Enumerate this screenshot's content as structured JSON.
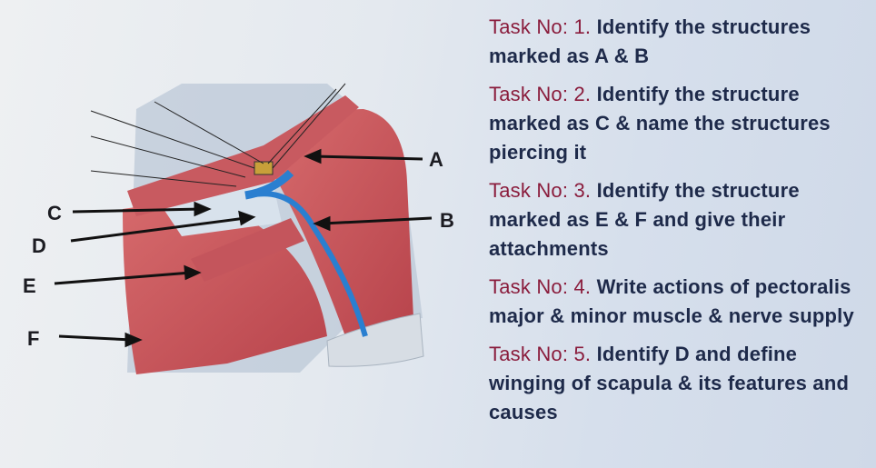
{
  "figure": {
    "labels": [
      "A",
      "B",
      "C",
      "D",
      "E",
      "F"
    ]
  },
  "tasks": [
    {
      "number_label": "Task No: 1.",
      "text": "Identify the structures marked as A & B"
    },
    {
      "number_label": "Task No: 2.",
      "text": "Identify the structure marked as C & name the structures piercing it"
    },
    {
      "number_label": "Task No: 3.",
      "text": "Identify the structure marked as E & F and give their attachments"
    },
    {
      "number_label": "Task No: 4.",
      "text": "Write actions of pectoralis major & minor  muscle & nerve supply"
    },
    {
      "number_label": "Task No: 5.",
      "text": "Identify D and define winging of scapula & its features and causes"
    }
  ],
  "colors": {
    "task_number": "#8a1c3c",
    "task_text": "#1e2a4a",
    "muscle": "#c9585e",
    "vein": "#2a7fd0"
  }
}
